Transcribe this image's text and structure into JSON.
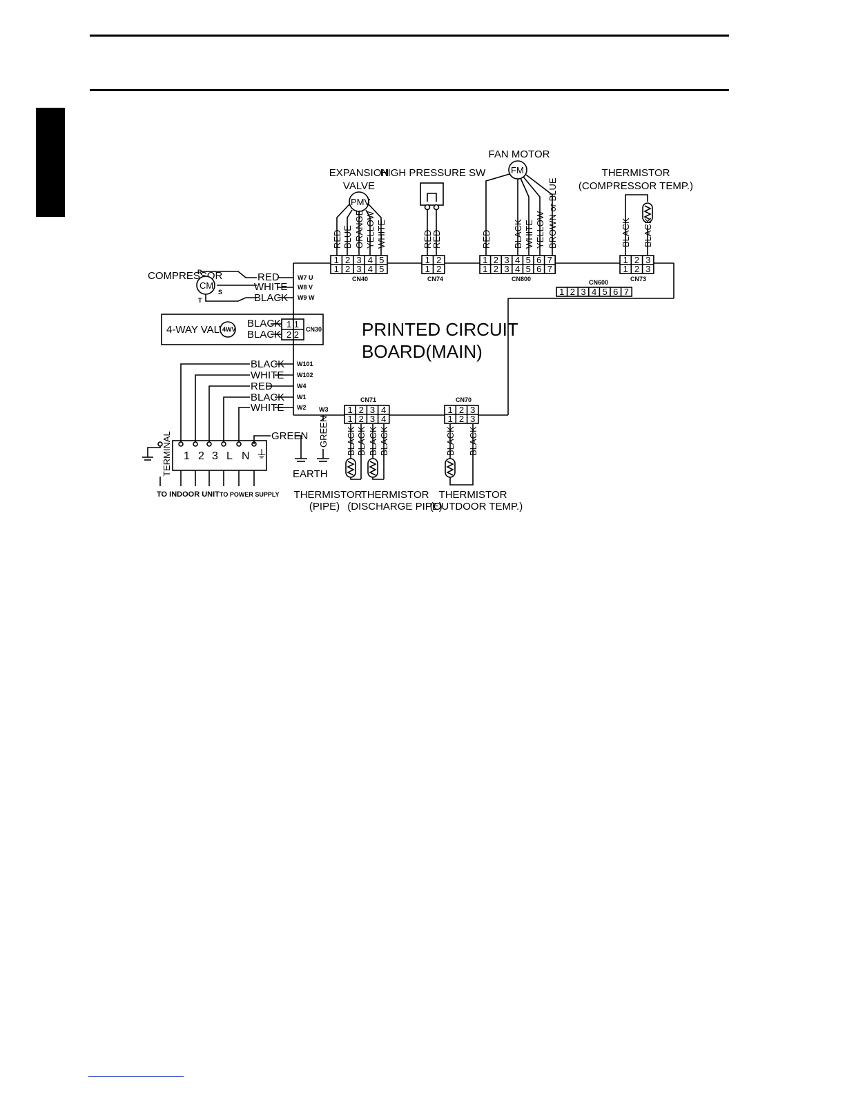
{
  "diagram": {
    "pcb_title": [
      "PRINTED CIRCUIT",
      "BOARD(MAIN)"
    ],
    "compressor": {
      "label": "COMPRESSOR",
      "symbol": "CM",
      "r": "R",
      "s": "S",
      "t": "T"
    },
    "comp_wires": [
      {
        "color": "RED",
        "tag": "W7 U"
      },
      {
        "color": "WHITE",
        "tag": "W8 V"
      },
      {
        "color": "BLACK",
        "tag": "W9 W"
      }
    ],
    "four_way": {
      "label": "4-WAY VALVE",
      "symbol": "4WV",
      "wire1": "BLACK",
      "wire2": "BLACK",
      "connector": "CN30",
      "pins": [
        "1 1",
        "2 2"
      ]
    },
    "power_wires": [
      {
        "color": "BLACK",
        "tag": "W101"
      },
      {
        "color": "WHITE",
        "tag": "W102"
      },
      {
        "color": "RED",
        "tag": "W4"
      },
      {
        "color": "BLACK",
        "tag": "W1"
      },
      {
        "color": "WHITE",
        "tag": "W2"
      }
    ],
    "terminal": {
      "label": "TERMINAL",
      "pins": [
        "1",
        "2",
        "3",
        "L",
        "N",
        "⏚"
      ],
      "to_indoor": "TO INDOOR UNIT",
      "to_power": "TO POWER SUPPLY"
    },
    "earth": {
      "green": "GREEN",
      "label": "EARTH",
      "tag": "W3",
      "green2": "GREEN"
    },
    "expansion_valve": {
      "label": [
        "EXPANSION",
        "VALVE"
      ],
      "symbol": "PMV",
      "wires": [
        "RED",
        "BLUE",
        "ORANGE",
        "YELLOW",
        "WHITE"
      ],
      "connector": "CN40",
      "pins": [
        "1",
        "2",
        "3",
        "4",
        "5"
      ]
    },
    "high_pressure": {
      "label": "HIGH PRESSURE SW",
      "wires": [
        "RED",
        "RED"
      ],
      "connector": "CN74",
      "pins": [
        "1",
        "2"
      ]
    },
    "fan_motor": {
      "label": "FAN MOTOR",
      "symbol": "FM",
      "wires": [
        "RED",
        "BLACK",
        "WHITE",
        "YELLOW",
        "BROWN or BLUE"
      ],
      "connector": "CN800",
      "pins": [
        "1",
        "2",
        "3",
        "4",
        "5",
        "6",
        "7"
      ]
    },
    "thermistor_comp": {
      "label": [
        "THERMISTOR",
        "(COMPRESSOR TEMP.)"
      ],
      "wires": [
        "BLACK",
        "BLACK"
      ],
      "connector": "CN73",
      "pins": [
        "1",
        "2",
        "3"
      ]
    },
    "cn600": {
      "connector": "CN600",
      "pins": [
        "1",
        "2",
        "3",
        "4",
        "5",
        "6",
        "7"
      ]
    },
    "cn71": {
      "connector": "CN71",
      "pins": [
        "1",
        "2",
        "3",
        "4"
      ],
      "wires": [
        "BLACK",
        "BLACK",
        "BLACK",
        "BLACK"
      ]
    },
    "cn70": {
      "connector": "CN70",
      "pins": [
        "1",
        "2",
        "3"
      ],
      "wires": [
        "BLACK",
        "BLACK"
      ]
    },
    "thermistor_pipe": {
      "label": [
        "THERMISTOR",
        "(PIPE)"
      ]
    },
    "thermistor_discharge": {
      "label": [
        "THERMISTOR",
        "(DISCHARGE PIPE)"
      ]
    },
    "thermistor_outdoor": {
      "label": [
        "THERMISTOR",
        "(OUTDOOR TEMP.)"
      ]
    }
  }
}
